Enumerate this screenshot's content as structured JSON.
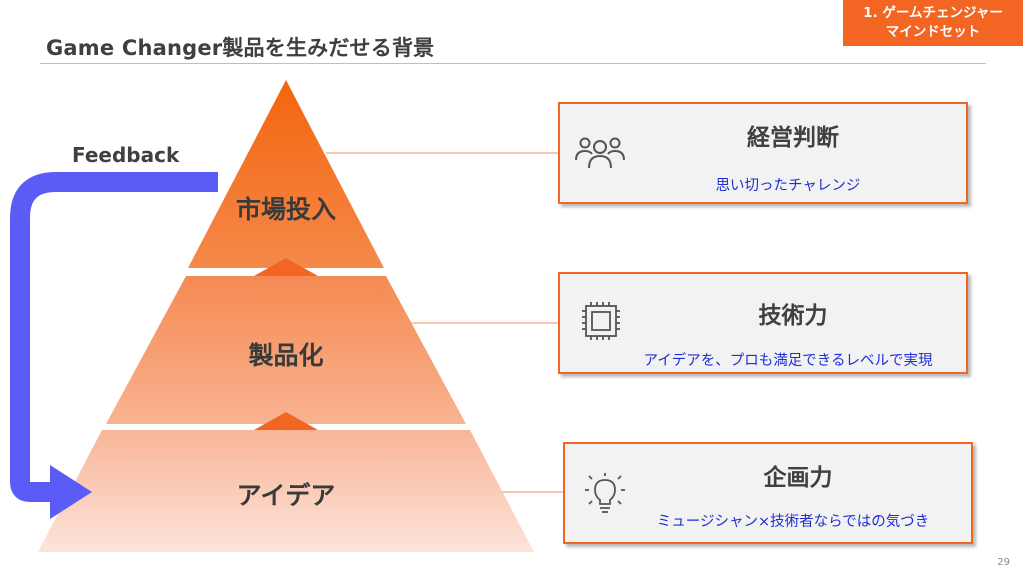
{
  "header": {
    "title": "Game Changer製品を生みだせる背景",
    "section_tag_line1": "1. ゲームチェンジャー",
    "section_tag_line2": "マインドセット"
  },
  "pyramid": {
    "tiers": [
      {
        "label": "市場投入"
      },
      {
        "label": "製品化"
      },
      {
        "label": "アイデア"
      }
    ]
  },
  "feedback": {
    "label": "Feedback"
  },
  "cards": [
    {
      "title": "経営判断",
      "subtitle": "思い切ったチャレンジ",
      "icon": "people-icon"
    },
    {
      "title": "技術力",
      "subtitle": "アイデアを、プロも満足できるレベルで実現",
      "icon": "chip-icon"
    },
    {
      "title": "企画力",
      "subtitle": "ミュージシャン×技術者ならではの気づき",
      "icon": "lightbulb-icon"
    }
  ],
  "colors": {
    "accent": "#f26522",
    "feedback_arrow": "#5b5bf5",
    "subtitle_text": "#1f2fd6"
  },
  "footer": {
    "page_number": "29"
  }
}
